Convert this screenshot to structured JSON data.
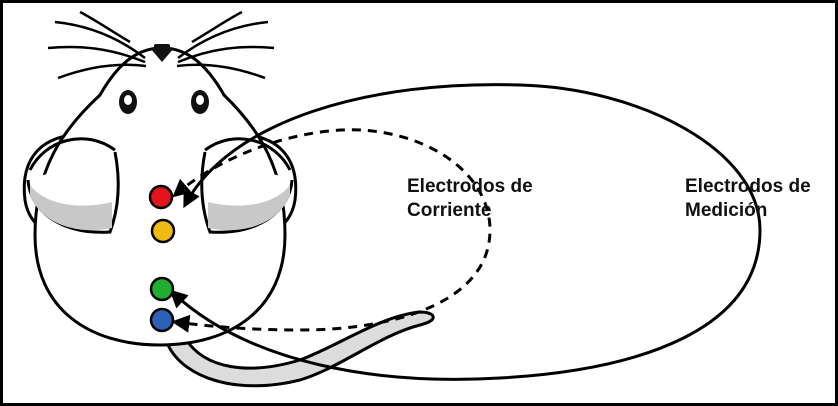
{
  "labels": {
    "current_electrodes": {
      "line1": "Electrodos de",
      "line2": "Corriente"
    },
    "measurement_electrodes": {
      "line1": "Electrodos de",
      "line2": "Medición"
    }
  },
  "electrodes": [
    {
      "name": "red",
      "color": "#e3141b"
    },
    {
      "name": "yellow",
      "color": "#f0ba12"
    },
    {
      "name": "green",
      "color": "#1fae32"
    },
    {
      "name": "blue",
      "color": "#2b62b4"
    }
  ],
  "colors": {
    "outline": "#000000",
    "shade": "#c8c8c8",
    "body": "#ffffff"
  }
}
